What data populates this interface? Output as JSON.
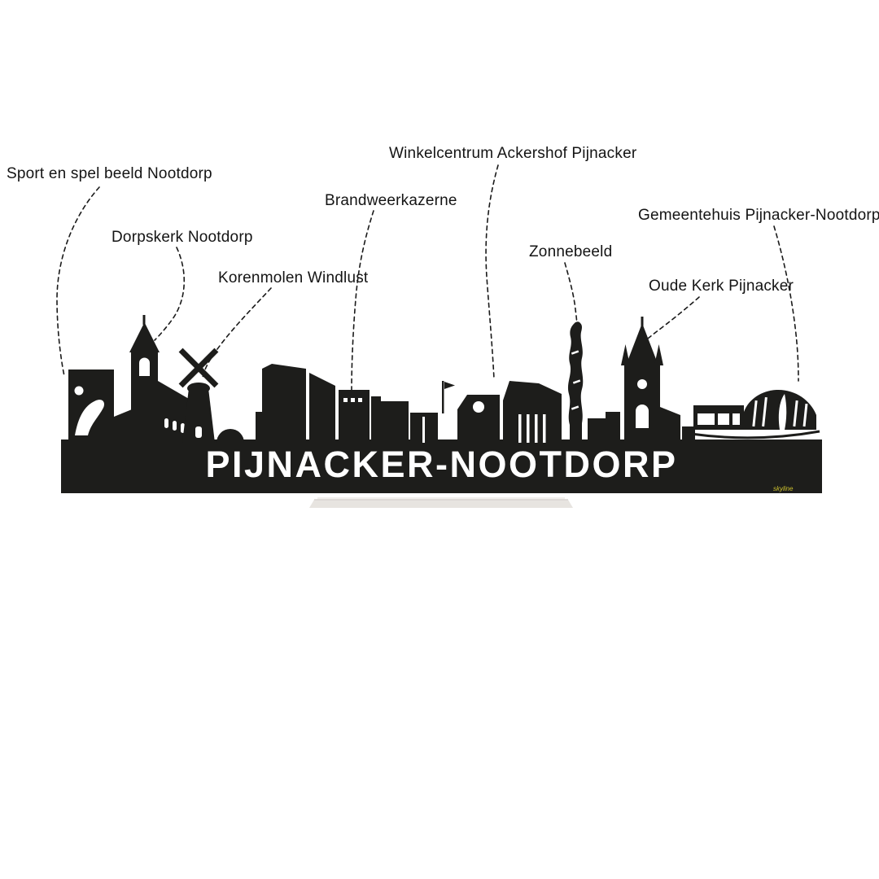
{
  "title_cutout": "PIJNACKER-NOOTDORP",
  "watermark": "skyline",
  "colors": {
    "background": "#ffffff",
    "silhouette": "#1d1d1b",
    "label_text": "#141414",
    "leader_line": "#1a1a1a",
    "cutout_text": "#ffffff",
    "stand": "#e7e4e0",
    "watermark": "#cdc12e"
  },
  "labels": [
    {
      "id": "sport-en-spel-beeld-nootdorp",
      "text": "Sport en spel beeld Nootdorp"
    },
    {
      "id": "dorpskerk-nootdorp",
      "text": "Dorpskerk Nootdorp"
    },
    {
      "id": "korenmolen-windlust",
      "text": "Korenmolen Windlust"
    },
    {
      "id": "brandweerkazerne",
      "text": "Brandweerkazerne"
    },
    {
      "id": "winkelcentrum-ackershof-pijnacker",
      "text": "Winkelcentrum Ackershof Pijnacker"
    },
    {
      "id": "zonnebeeld",
      "text": "Zonnebeeld"
    },
    {
      "id": "oude-kerk-pijnacker",
      "text": "Oude Kerk Pijnacker"
    },
    {
      "id": "gemeentehuis-pijnacker-nootdorp",
      "text": "Gemeentehuis Pijnacker-Nootdorp"
    }
  ]
}
